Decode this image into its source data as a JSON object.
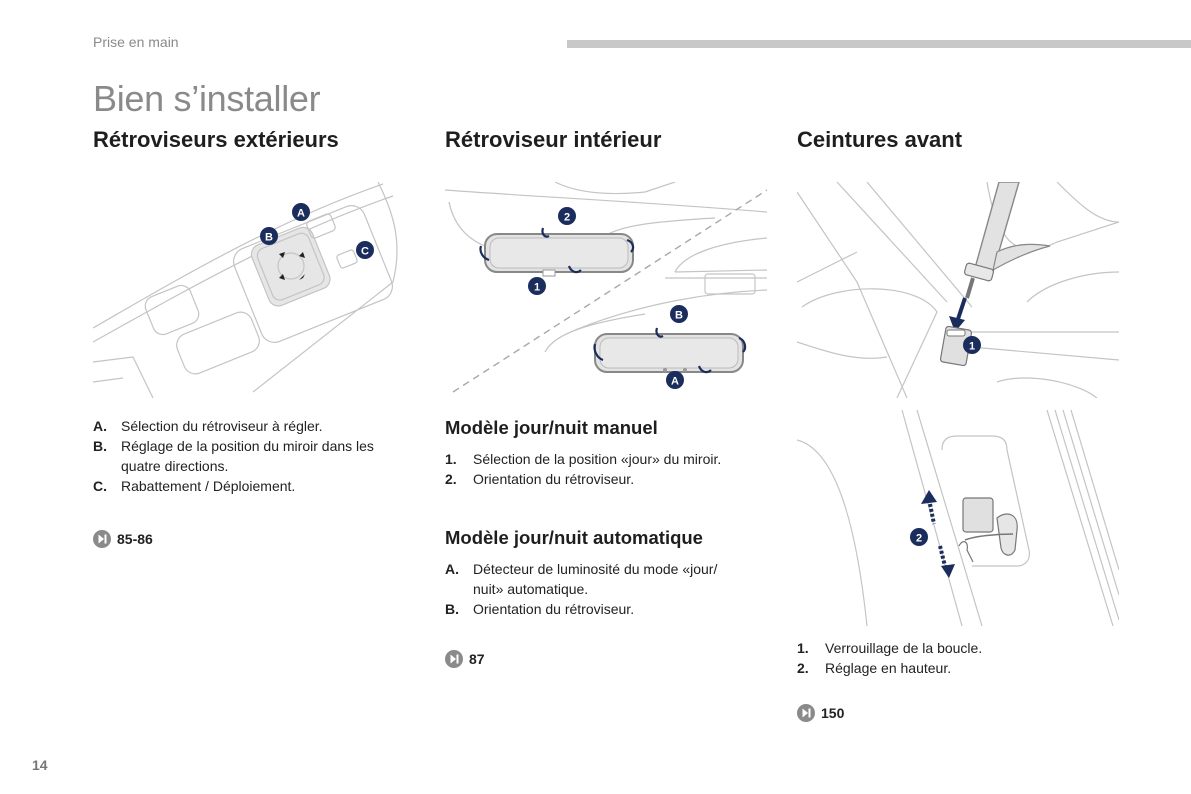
{
  "header": {
    "section": "Prise en main",
    "title": "Bien s’installer",
    "page_number": "14"
  },
  "colors": {
    "callout": "#1b2d5c",
    "head_bar": "#c8c8c8",
    "gray_text": "#8a8a8a"
  },
  "columns": [
    {
      "title": "Rétroviseurs extérieurs",
      "figure": {
        "icon": "door-mirror-controls-illustration",
        "callouts": [
          "A",
          "B",
          "C"
        ]
      },
      "items": [
        {
          "key": "A.",
          "text": "Sélection du rétroviseur à régler."
        },
        {
          "key": "B.",
          "text": "Réglage de la position du miroir dans les quatre directions."
        },
        {
          "key": "C.",
          "text": "Rabattement / Déploiement."
        }
      ],
      "reference": {
        "icon": "page-reference-icon",
        "pages": "85-86"
      }
    },
    {
      "title": "Rétroviseur intérieur",
      "figure": {
        "icon": "rearview-mirror-illustration",
        "callouts": [
          "2",
          "1",
          "B",
          "A"
        ]
      },
      "subsections": [
        {
          "title": "Modèle jour/nuit manuel",
          "items": [
            {
              "key": "1.",
              "text": "Sélection de la position «jour» du miroir."
            },
            {
              "key": "2.",
              "text": "Orientation du rétroviseur."
            }
          ]
        },
        {
          "title": "Modèle jour/nuit automatique",
          "items": [
            {
              "key": "A.",
              "text": "Détecteur de luminosité du mode «jour/ nuit» automatique."
            },
            {
              "key": "B.",
              "text": "Orientation du rétroviseur."
            }
          ]
        }
      ],
      "reference": {
        "icon": "page-reference-icon",
        "pages": "87"
      }
    },
    {
      "title": "Ceintures avant",
      "figures": [
        {
          "icon": "seatbelt-buckle-illustration",
          "callouts": [
            "1"
          ]
        },
        {
          "icon": "seatbelt-height-adjust-illustration",
          "callouts": [
            "2"
          ]
        }
      ],
      "items": [
        {
          "key": "1.",
          "text": "Verrouillage de la boucle."
        },
        {
          "key": "2.",
          "text": "Réglage en hauteur."
        }
      ],
      "reference": {
        "icon": "page-reference-icon",
        "pages": "150"
      }
    }
  ]
}
